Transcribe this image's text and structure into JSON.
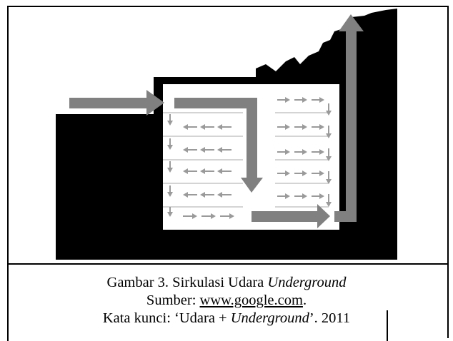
{
  "caption": {
    "line1_prefix": "Gambar 3. Sirkulasi Udara ",
    "line1_italic": "Underground",
    "line2_prefix": "Sumber: ",
    "line2_link": "www.google.com",
    "line2_suffix": ".",
    "line3_prefix": "Kata kunci: ‘Udara + ",
    "line3_italic": "Underground",
    "line3_suffix": "’. 2011"
  },
  "colors": {
    "ground": "#000000",
    "chamber": "#ffffff",
    "main_arrow": "#808080",
    "small_arrow": "#9a9a9a",
    "grid_line": "#a0a0a0"
  }
}
